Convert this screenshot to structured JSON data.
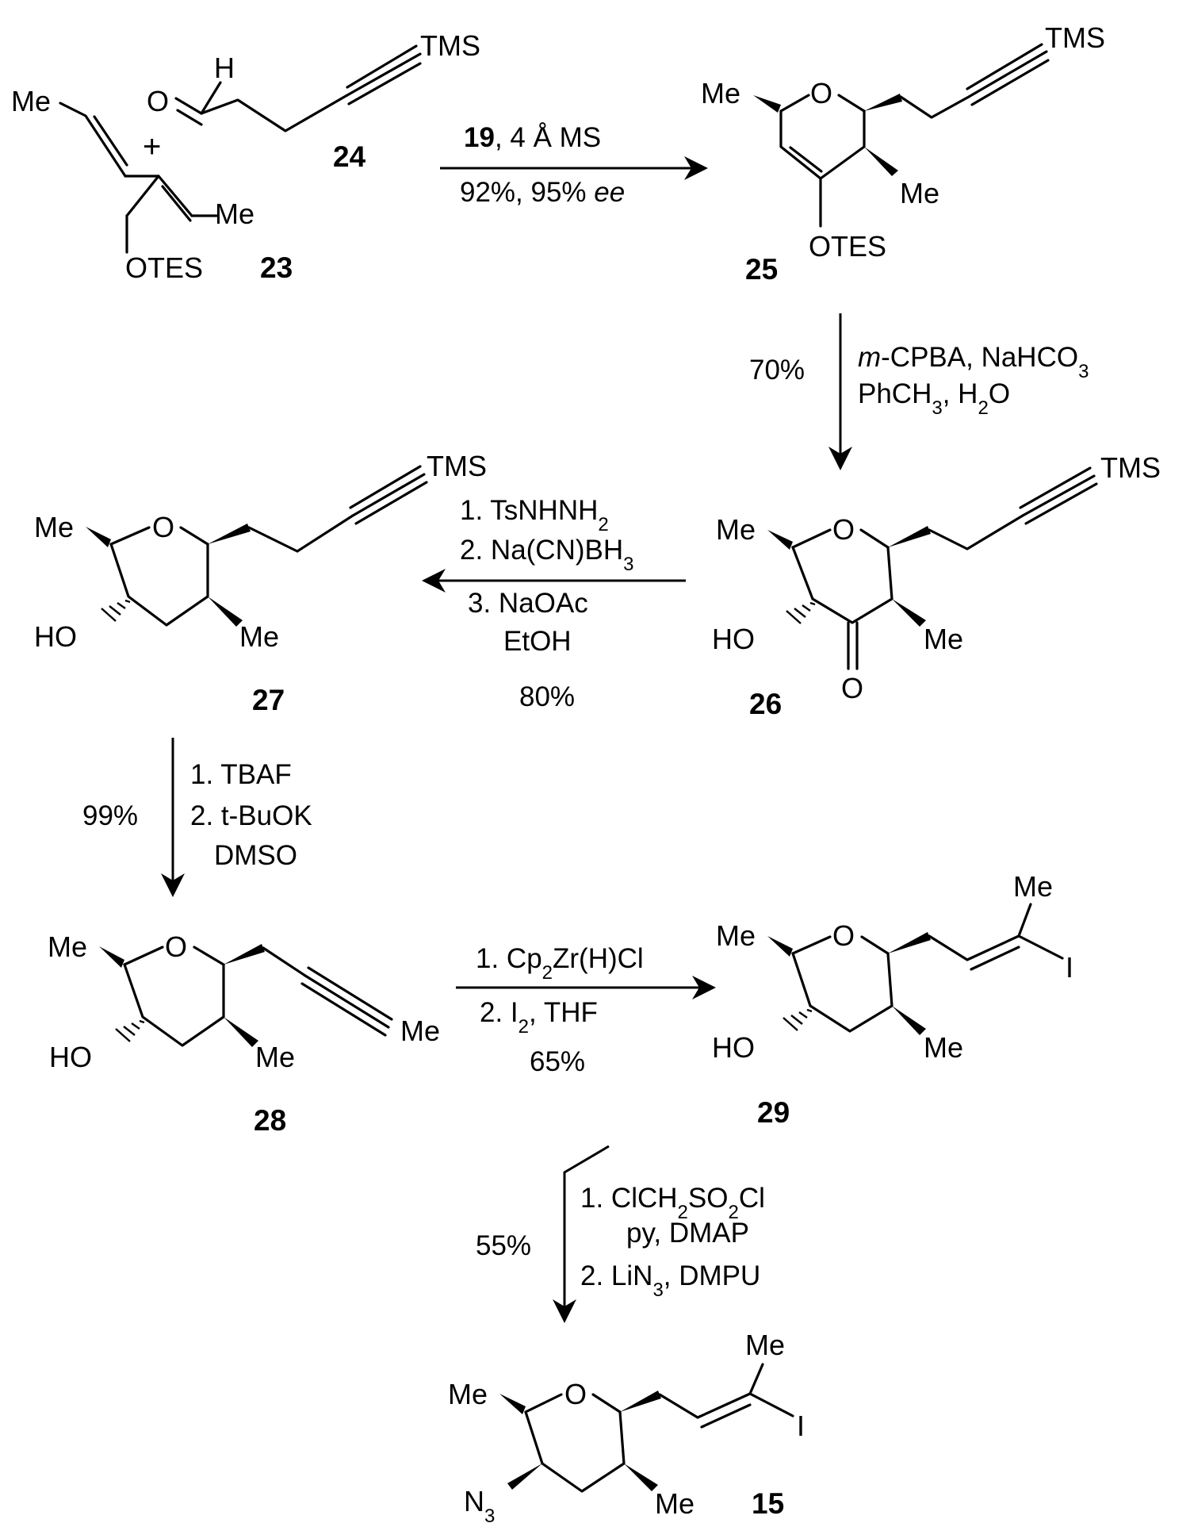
{
  "atoms": {
    "me": "Me",
    "o": "O",
    "h": "H",
    "tms": "TMS",
    "otes": "OTES",
    "ho": "HO",
    "iodine": "I",
    "n3": "N3",
    "plus": "+"
  },
  "compounds": {
    "c23": "23",
    "c24": "24",
    "c25": "25",
    "c26": "26",
    "c27": "27",
    "c28": "28",
    "c29": "29",
    "c15": "15"
  },
  "steps": {
    "s1": {
      "catalyst": "19",
      "reagent": ", 4 Å MS",
      "yield": "92%, 95% ",
      "ee": "ee"
    },
    "s2": {
      "oxidant_prefix": "m",
      "oxidant": "-CPBA, NaHCO",
      "oxidant_sub": "3",
      "solvent": "PhCH",
      "solvent_sub1": "3",
      "solvent_mid": ", H",
      "solvent_sub2": "2",
      "solvent_end": "O",
      "yield": "70%"
    },
    "s3": {
      "line1": "1. TsNHNH",
      "line1_sub": "2",
      "line2": "2. Na(CN)BH",
      "line2_sub": "3",
      "line3": "3. NaOAc",
      "line4": "EtOH",
      "yield": "80%"
    },
    "s4": {
      "line1": "1. TBAF",
      "line2": "2. t-BuOK",
      "line3": "DMSO",
      "yield": "99%"
    },
    "s5": {
      "line1": "1. Cp",
      "line1_sub": "2",
      "line1_end": "Zr(H)Cl",
      "line2": "2. I",
      "line2_sub": "2",
      "line2_end": ", THF",
      "yield": "65%"
    },
    "s6": {
      "line1": "1. ClCH",
      "line1_sub1": "2",
      "line1_mid": "SO",
      "line1_sub2": "2",
      "line1_end": "Cl",
      "line2": "py, DMAP",
      "line3": "2. LiN",
      "line3_sub": "3",
      "line3_end": ", DMPU",
      "yield": "55%"
    }
  }
}
